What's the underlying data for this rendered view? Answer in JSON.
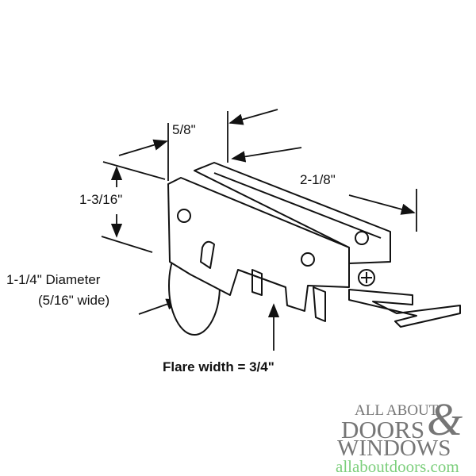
{
  "labels": {
    "height": "5/8\"",
    "length": "2-1/8\"",
    "plate_height": "1-3/16\"",
    "diameter": "1-1/4\" Diameter",
    "wheel_width": "(5/16\" wide)",
    "flare": "Flare width = 3/4\""
  },
  "logo": {
    "line1": "ALL ABOUT",
    "line2": "DOORS",
    "ampersand": "&",
    "line3": "WINDOWS",
    "url": "allaboutdoors.com",
    "gray": "#767676",
    "green": "#7ccf7c"
  }
}
